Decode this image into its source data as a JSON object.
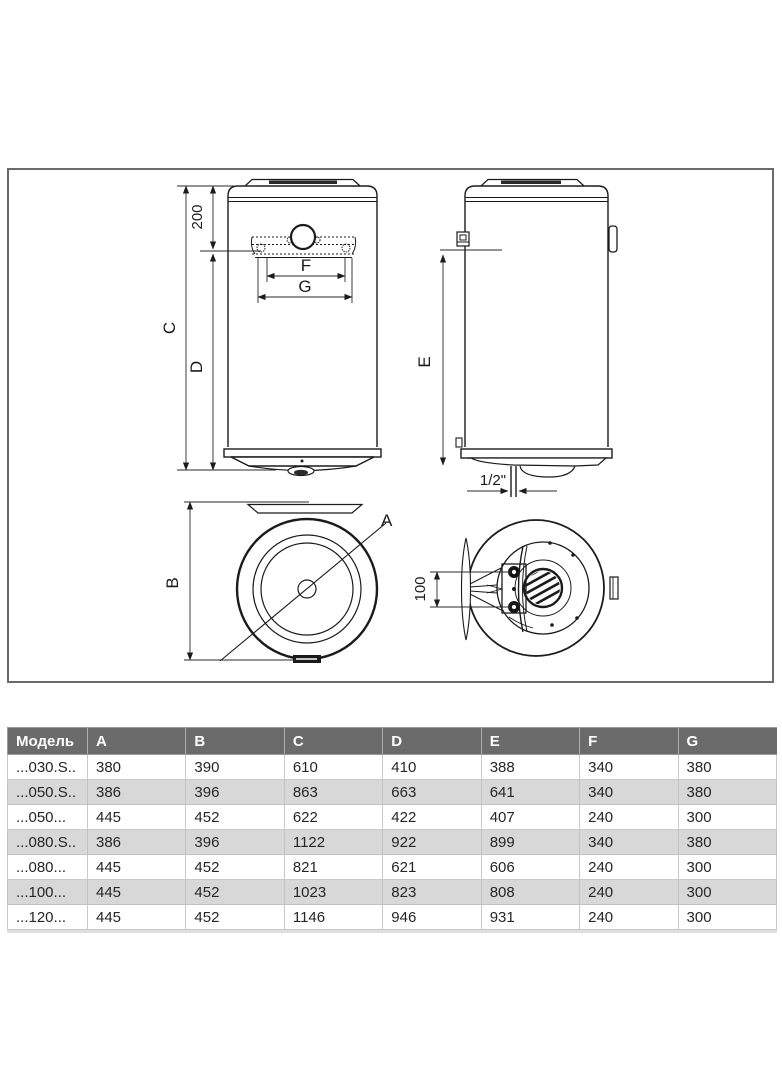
{
  "diagram": {
    "labels": {
      "top_offset": "200",
      "height_c": "C",
      "height_d": "D",
      "bracket_f": "F",
      "bracket_g": "G",
      "side_e": "E",
      "pipe": "1/2\"",
      "diameter_a": "A",
      "width_b": "B",
      "bolt_spacing": "100"
    }
  },
  "table": {
    "columns": [
      "Модель",
      "A",
      "B",
      "C",
      "D",
      "E",
      "F",
      "G"
    ],
    "rows": [
      {
        "model": "...030.S..",
        "values": [
          "380",
          "390",
          "610",
          "410",
          "388",
          "340",
          "380"
        ]
      },
      {
        "model": "...050.S..",
        "values": [
          "386",
          "396",
          "863",
          "663",
          "641",
          "340",
          "380"
        ]
      },
      {
        "model": "...050...",
        "values": [
          "445",
          "452",
          "622",
          "422",
          "407",
          "240",
          "300"
        ]
      },
      {
        "model": "...080.S..",
        "values": [
          "386",
          "396",
          "1122",
          "922",
          "899",
          "340",
          "380"
        ]
      },
      {
        "model": "...080...",
        "values": [
          "445",
          "452",
          "821",
          "621",
          "606",
          "240",
          "300"
        ]
      },
      {
        "model": "...100...",
        "values": [
          "445",
          "452",
          "1023",
          "823",
          "808",
          "240",
          "300"
        ]
      },
      {
        "model": "...120...",
        "values": [
          "445",
          "452",
          "1146",
          "946",
          "931",
          "240",
          "300"
        ]
      }
    ]
  },
  "colors": {
    "panel_border": "#6a6a6a",
    "line": "#1b1b1b",
    "table_header_bg": "#6b6b6b",
    "table_row_alt_bg": "#d8d8d8"
  }
}
